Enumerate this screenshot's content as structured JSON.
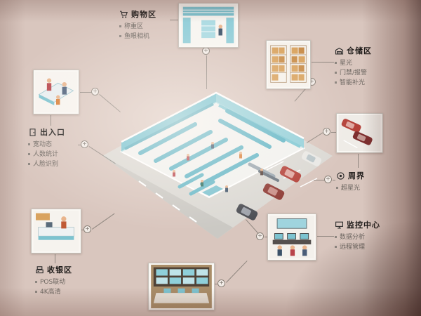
{
  "scene": {
    "description": "Smart retail store security solution diagram, isometric supermarket illustration with labeled zones",
    "colors": {
      "paper": "#d9c6be",
      "accent_teal": "#79c6d4",
      "car_red": "#b4423a",
      "line_gray": "#767069"
    }
  },
  "callouts": {
    "shopping": {
      "title": "购物区",
      "icon": "cart-icon",
      "bullets": [
        "称重区",
        "鱼眼相机"
      ]
    },
    "storage": {
      "title": "仓储区",
      "icon": "warehouse-icon",
      "bullets": [
        "星光",
        "门禁/报警",
        "智能补光"
      ]
    },
    "entrance": {
      "title": "出入口",
      "icon": "door-icon",
      "bullets": [
        "宽动态",
        "人数统计",
        "人脸识别"
      ]
    },
    "perimeter": {
      "title": "周界",
      "icon": "perimeter-icon",
      "bullets": [
        "超星光"
      ]
    },
    "control": {
      "title": "监控中心",
      "icon": "monitor-icon",
      "bullets": [
        "数据分析",
        "远程管理"
      ]
    },
    "cashier": {
      "title": "收银区",
      "icon": "pos-icon",
      "bullets": [
        "POS联动",
        "4K高清"
      ]
    }
  }
}
